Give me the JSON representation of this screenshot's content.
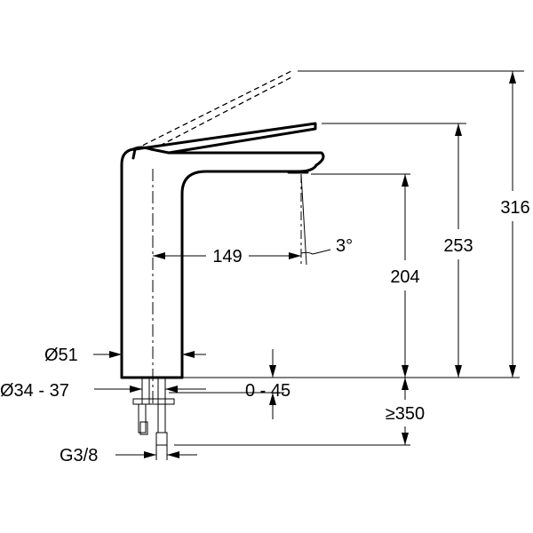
{
  "dimensions": {
    "total_height": "316",
    "lever_height": "253",
    "spout_height": "204",
    "spout_reach": "149",
    "spout_angle": "3°",
    "body_diameter": "Ø51",
    "hole_diameter": "Ø34 - 37",
    "deck_thickness": "0 - 45",
    "hose_length": "≥350",
    "connection_thread": "G3/8"
  }
}
